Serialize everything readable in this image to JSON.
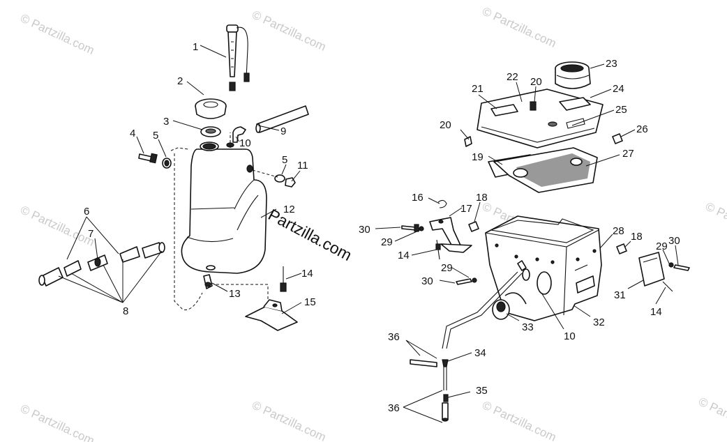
{
  "watermark": {
    "text": "© Partzilla.com",
    "center_text": "© Partzilla.com"
  },
  "callouts": {
    "c1": "1",
    "c2": "2",
    "c3": "3",
    "c4": "4",
    "c5a": "5",
    "c5b": "5",
    "c6": "6",
    "c7": "7",
    "c8": "8",
    "c9": "9",
    "c10a": "10",
    "c10b": "10",
    "c11": "11",
    "c12": "12",
    "c13": "13",
    "c14a": "14",
    "c14b": "14",
    "c14c": "14",
    "c15": "15",
    "c16": "16",
    "c17": "17",
    "c18a": "18",
    "c18b": "18",
    "c19": "19",
    "c20a": "20",
    "c20b": "20",
    "c21": "21",
    "c22": "22",
    "c23": "23",
    "c24": "24",
    "c25": "25",
    "c26": "26",
    "c27": "27",
    "c28": "28",
    "c29a": "29",
    "c29b": "29",
    "c29c": "29",
    "c30a": "30",
    "c30b": "30",
    "c30c": "30",
    "c31": "31",
    "c32": "32",
    "c33": "33",
    "c34": "34",
    "c35": "35",
    "c36a": "36",
    "c36b": "36"
  }
}
